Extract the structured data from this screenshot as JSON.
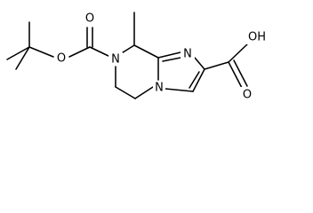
{
  "molecule": {
    "atoms": {
      "ester_oxygen": "O",
      "boc_carbonyl_oxygen": "O",
      "ring_nitrogen_7": "N",
      "imidazole_nitrogen_1": "N",
      "ring_nitrogen_4": "N",
      "acid_carbonyl_oxygen": "O",
      "acid_hydroxyl": "OH"
    }
  }
}
